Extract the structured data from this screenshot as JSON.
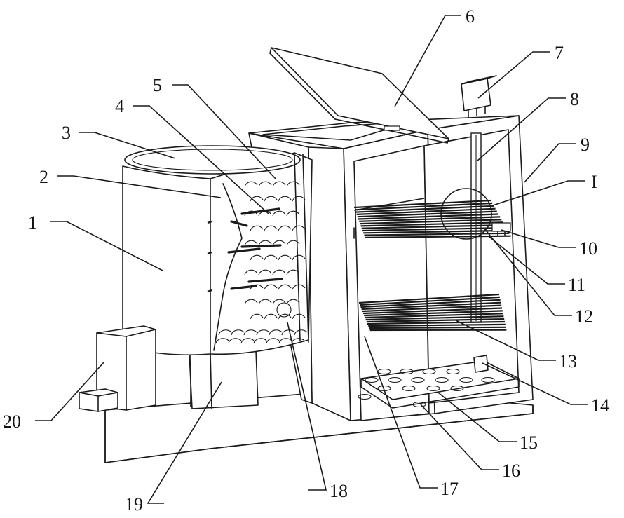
{
  "figure": {
    "labels": [
      {
        "id": "1",
        "text": "1"
      },
      {
        "id": "2",
        "text": "2"
      },
      {
        "id": "3",
        "text": "3"
      },
      {
        "id": "4",
        "text": "4"
      },
      {
        "id": "5",
        "text": "5"
      },
      {
        "id": "6",
        "text": "6"
      },
      {
        "id": "7",
        "text": "7"
      },
      {
        "id": "8",
        "text": "8"
      },
      {
        "id": "9",
        "text": "9"
      },
      {
        "id": "I",
        "text": "I"
      },
      {
        "id": "10",
        "text": "10"
      },
      {
        "id": "11",
        "text": "11"
      },
      {
        "id": "12",
        "text": "12"
      },
      {
        "id": "13",
        "text": "13"
      },
      {
        "id": "14",
        "text": "14"
      },
      {
        "id": "15",
        "text": "15"
      },
      {
        "id": "16",
        "text": "16"
      },
      {
        "id": "17",
        "text": "17"
      },
      {
        "id": "18",
        "text": "18"
      },
      {
        "id": "19",
        "text": "19"
      },
      {
        "id": "20",
        "text": "20"
      }
    ]
  },
  "colors": {
    "line": "#1a1a1a",
    "background": "#ffffff"
  }
}
